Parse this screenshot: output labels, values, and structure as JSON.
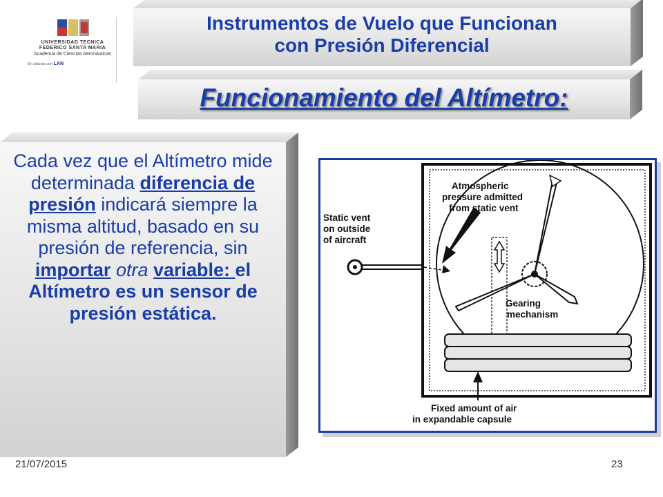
{
  "logo": {
    "line1": "UNIVERSIDAD TECNICA",
    "line2": "FEDERICO SANTA MARIA",
    "line3": "Academia de Ciencias Aeronáuticas",
    "line4": "En alianza con",
    "partner": "LAN"
  },
  "slide": {
    "title_line1": "Instrumentos de Vuelo que Funcionan",
    "title_line2": "con Presión Diferencial",
    "subtitle": "Funcionamiento del Altímetro:",
    "body": {
      "p1": "Cada vez que el Altímetro mide determinada ",
      "p2": "diferencia de presión",
      "p3": " indicará siempre la misma altitud, basado en su presión de referencia, sin ",
      "p4": "importar",
      "p5": " otra ",
      "p6": "variable: ",
      "p7": "el Altímetro es un sensor de presión estática."
    }
  },
  "diagram": {
    "atm_1": "Atmospheric",
    "atm_2": "pressure admitted",
    "atm_3": "from static vent",
    "sv_1": "Static vent",
    "sv_2": "on outside",
    "sv_3": "of aircraft",
    "gear_1": "Gearing",
    "gear_2": "mechanism",
    "fixed_1": "Fixed amount of air",
    "fixed_2": "in expandable capsule"
  },
  "footer": {
    "date": "21/07/2015",
    "page": "23"
  },
  "colors": {
    "accent": "#1a3ea8",
    "panel": "#e3e3e3"
  }
}
